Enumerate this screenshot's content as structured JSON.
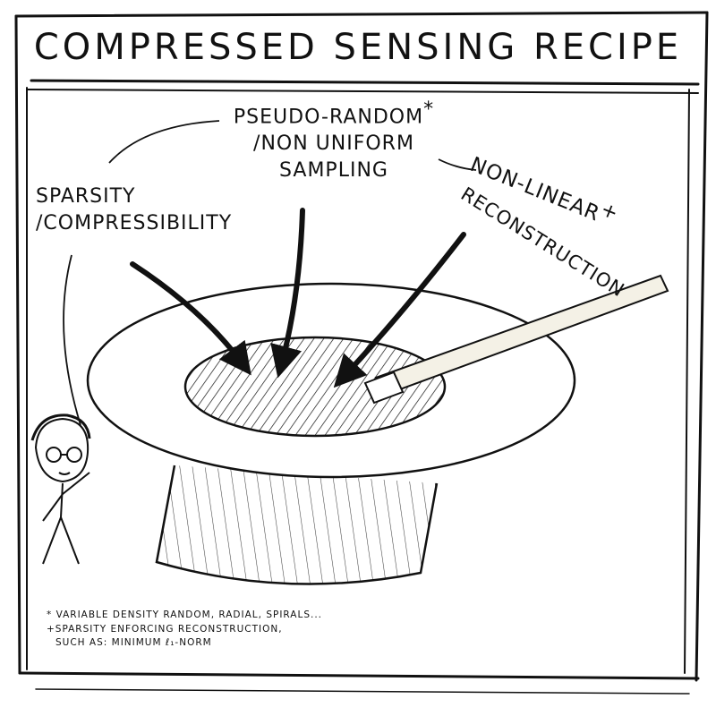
{
  "title": "COMPRESSED SENSING RECIPE",
  "labels": {
    "sparsity_line1": "SPARSITY",
    "sparsity_line2": "/COMPRESSIBILITY",
    "sampling_line1": "PSEUDO-RANDOM",
    "sampling_mark": "*",
    "sampling_line2": "/NON UNIFORM",
    "sampling_line3": "SAMPLING",
    "reconstruction_line1": "NON-LINEAR",
    "reconstruction_mark": "+",
    "reconstruction_line2": "RECONSTRUCTION"
  },
  "footnotes": {
    "star_line": "* VARIABLE DENSITY RANDOM, RADIAL, SPIRALS...",
    "plus_line1": "+SPARSITY ENFORCING RECONSTRUCTION,",
    "plus_line2": "SUCH AS: MINIMUM ℓ₁-NORM"
  },
  "colors": {
    "ink": "#111111",
    "paper": "#ffffff",
    "wand": "#f4f1e6"
  }
}
